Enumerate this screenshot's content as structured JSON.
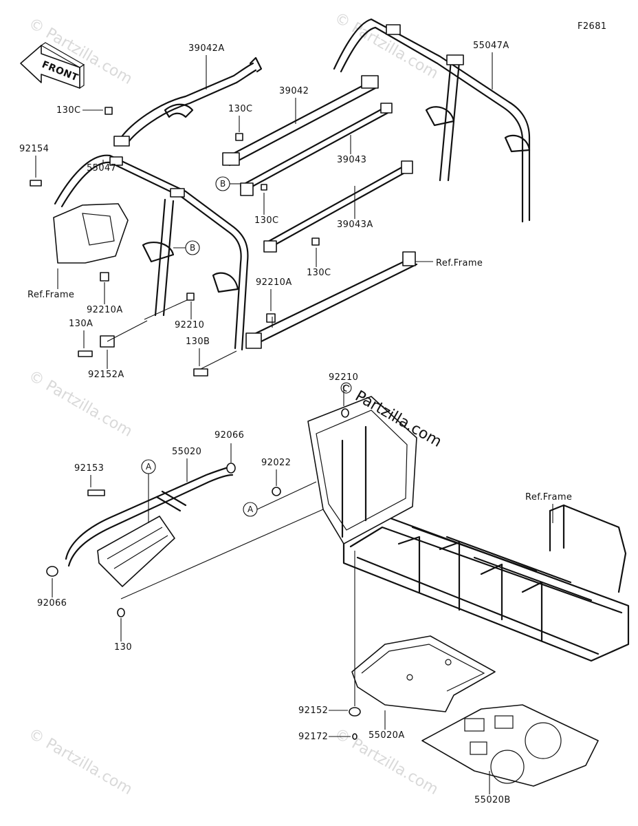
{
  "figure_code": "F2681",
  "front_label": "FRONT",
  "watermark_text": "© Partzilla.com",
  "center_watermark_text": "© Partzilla.com",
  "parts": {
    "p39042A": "39042A",
    "p55047A": "55047A",
    "p130C_1": "130C",
    "p39042": "39042",
    "p130C_2": "130C",
    "p92154": "92154",
    "p39043": "39043",
    "p55047": "55047",
    "p130C_3": "130C",
    "p39043A": "39043A",
    "p130C_4": "130C",
    "p92210A_1": "92210A",
    "p92210A_2": "92210A",
    "p92210": "92210",
    "p130A": "130A",
    "p130B": "130B",
    "p92152A": "92152A",
    "p92210_2": "92210",
    "p92066_1": "92066",
    "p55020": "55020",
    "p92153": "92153",
    "p92022": "92022",
    "p92066_2": "92066",
    "p130": "130",
    "p92152": "92152",
    "p55020A": "55020A",
    "p92172": "92172",
    "p55020B": "55020B"
  },
  "references": {
    "ref_frame_1": "Ref.Frame",
    "ref_frame_2": "Ref.Frame",
    "ref_frame_3": "Ref.Frame"
  },
  "callouts": {
    "b1": "B",
    "b2": "B",
    "a1": "A",
    "a2": "A"
  }
}
